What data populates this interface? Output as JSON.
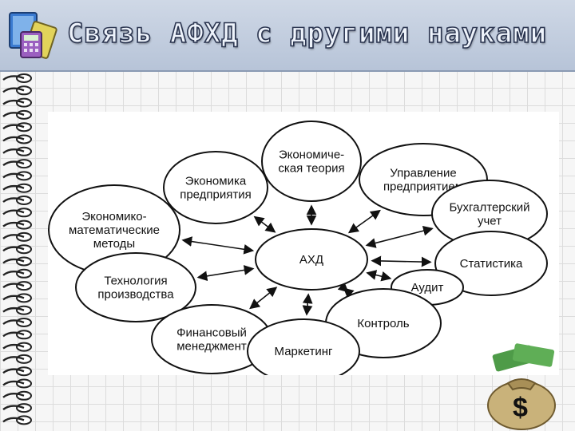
{
  "header": {
    "title": "Связь АФХД с другими науками"
  },
  "diagram": {
    "center": "АХД",
    "nodes": [
      {
        "id": "economic-theory",
        "lines": [
          "Экономиче-",
          "ская теория"
        ]
      },
      {
        "id": "enterprise-economics",
        "lines": [
          "Экономика",
          "предприятия"
        ]
      },
      {
        "id": "enterprise-management",
        "lines": [
          "Управление",
          "предприятием"
        ]
      },
      {
        "id": "accounting",
        "lines": [
          "Бухгалтерский",
          "учет"
        ]
      },
      {
        "id": "math-methods",
        "lines": [
          "Экономико-",
          "математические",
          "методы"
        ]
      },
      {
        "id": "statistics",
        "lines": [
          "Статистика"
        ]
      },
      {
        "id": "production-technology",
        "lines": [
          "Технология",
          "производства"
        ]
      },
      {
        "id": "audit",
        "lines": [
          "Аудит"
        ]
      },
      {
        "id": "financial-management",
        "lines": [
          "Финансовый",
          "менеджмент"
        ]
      },
      {
        "id": "control",
        "lines": [
          "Контроль"
        ]
      },
      {
        "id": "marketing",
        "lines": [
          "Маркетинг"
        ]
      }
    ]
  },
  "decor": {
    "logo_icon": "book-calculator-icon",
    "money_icon": "money-bag-icon",
    "accent": "#2b3550",
    "header_bg": "#c3cede"
  }
}
